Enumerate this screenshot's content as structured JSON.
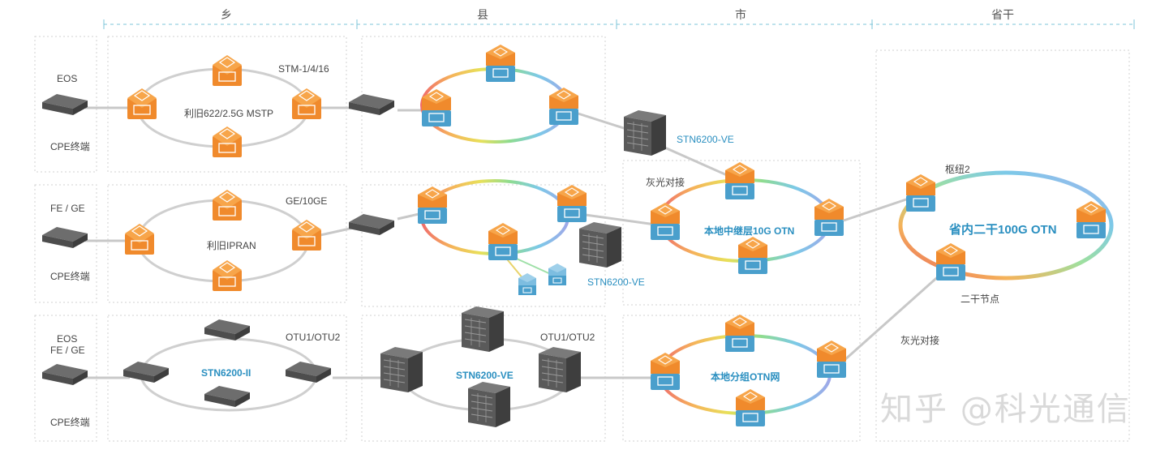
{
  "headers": {
    "xiang": "乡",
    "xian": "县",
    "shi": "市",
    "shenggan": "省干"
  },
  "access": {
    "row1_top": "EOS",
    "row1_bottom": "CPE终端",
    "row2_top": "FE / GE",
    "row2_bottom": "CPE终端",
    "row3_top1": "EOS",
    "row3_top2": "FE / GE",
    "row3_bottom": "CPE终端"
  },
  "xiang": {
    "ring1_label": "利旧622/2.5G MSTP",
    "ring1_rate": "STM-1/4/16",
    "ring2_label": "利旧IPRAN",
    "ring2_rate": "GE/10GE",
    "ring3_label": "STN6200-II",
    "ring3_rate": "OTU1/OTU2"
  },
  "xian": {
    "ring3_label": "STN6200-VE",
    "ring3_rate": "OTU1/OTU2",
    "dev_top": "STN6200-VE",
    "dev_mid": "STN6200-VE"
  },
  "shi": {
    "gray_light": "灰光对接",
    "ring1_label": "本地中继层10G OTN",
    "ring2_label": "本地分组OTN网"
  },
  "shenggan": {
    "hub": "枢纽2",
    "ring_label": "省内二干100G OTN",
    "node": "二干节点",
    "gray_light": "灰光对接"
  },
  "watermark": "知乎 @科光通信"
}
